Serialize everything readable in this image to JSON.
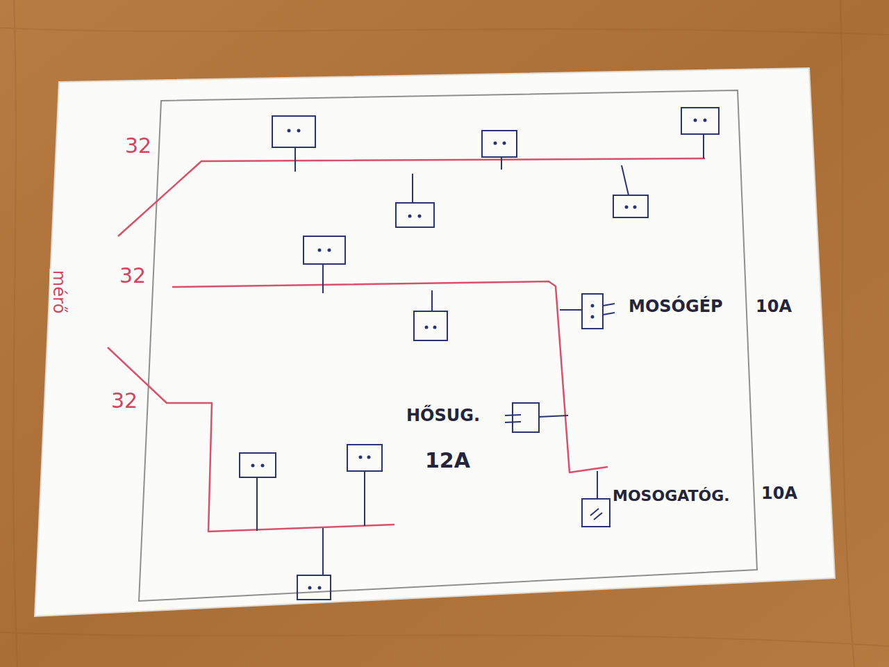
{
  "diagram": {
    "labels": [
      "32",
      "32",
      "32",
      "mérő",
      "MOSÓGÉP",
      "10A",
      "HŐSUG.",
      "12A",
      "MOSOGATÓG.",
      "10A"
    ]
  }
}
